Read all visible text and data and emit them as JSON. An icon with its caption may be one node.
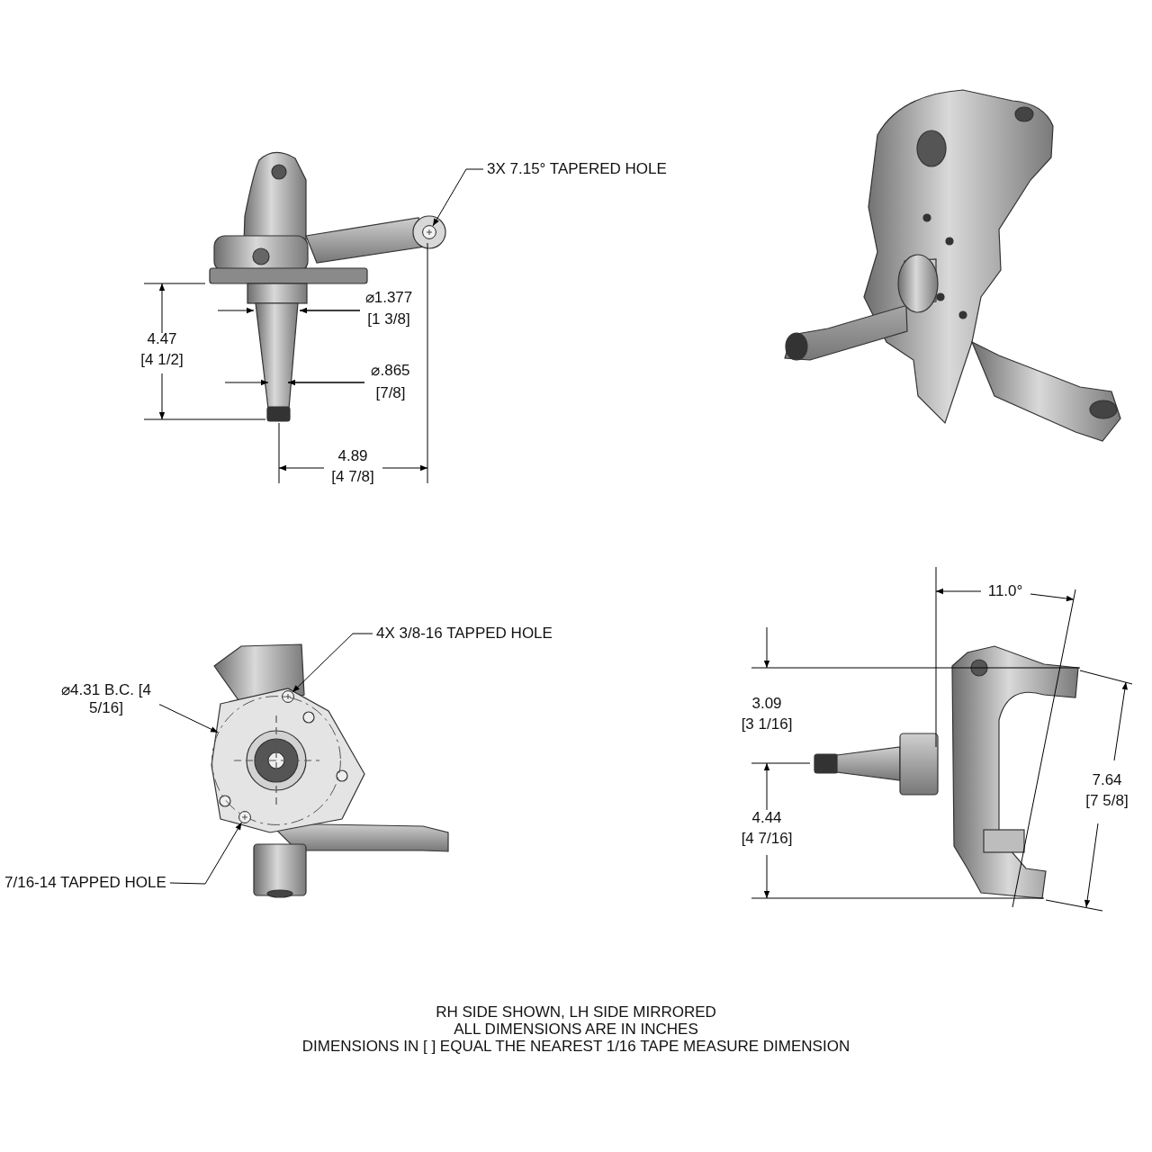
{
  "diagram": {
    "nodes": [
      {
        "text": [
          "3X 7.15° TAPERED HOLE"
        ]
      },
      {
        "text": [],
        "shape": "circle"
      },
      {
        "text": [
          "4X 3/8-16 TAPPED HOLE"
        ]
      },
      {
        "text": [],
        "shape": "circle"
      },
      {
        "text": [
          "⌀4.31 B.C. [4 5/16]"
        ]
      },
      {
        "text": [],
        "shape": "circle"
      },
      {
        "text": [
          "7/16-14 TAPPED HOLE"
        ]
      },
      {
        "text": [],
        "shape": "circle"
      }
    ],
    "edges": [
      {
        "from": 0,
        "to": 1,
        "arrow": "to"
      },
      {
        "from": 2,
        "to": 3,
        "arrow": "to"
      },
      {
        "from": 4,
        "to": 5,
        "arrow": "to"
      },
      {
        "from": 6,
        "to": 7,
        "arrow": "to"
      }
    ],
    "labels": [
      "⌀1.377",
      "[1 3/8]",
      "4.47",
      "[4 1/2]",
      "⌀.865",
      "[7/8]",
      "4.89",
      "[4 7/8]",
      "11.0°",
      "3.09",
      "[3 1/16]",
      "7.64",
      "[7 5/8]",
      "4.44",
      "[4 7/16]",
      "RH SIDE SHOWN, LH SIDE MIRRORED",
      "ALL DIMENSIONS ARE IN INCHES",
      "DIMENSIONS IN [ ] EQUAL THE NEAREST 1/16 TAPE MEASURE DIMENSION"
    ]
  }
}
